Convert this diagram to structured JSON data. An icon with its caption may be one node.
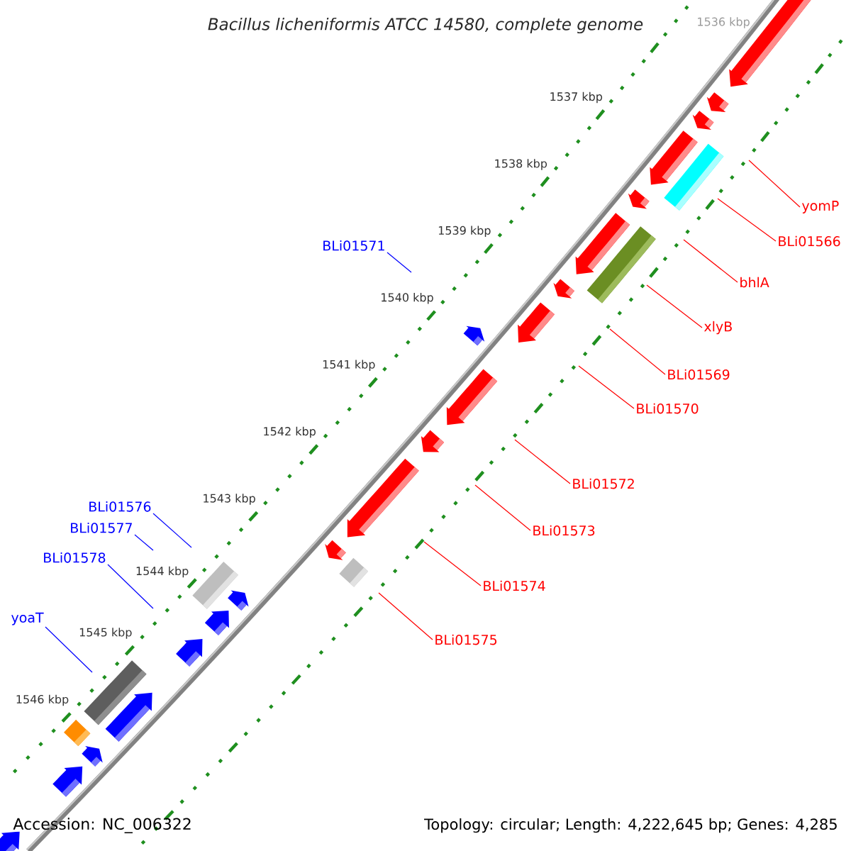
{
  "diagram": {
    "title": "Bacillus licheniformis ATCC 14580, complete genome",
    "nodes": [
      {
        "text": [
          "yomP"
        ]
      },
      {
        "text": [
          "BLi01566"
        ]
      },
      {
        "text": [
          "BLi01571"
        ]
      },
      {
        "text": [
          "bhlA"
        ]
      },
      {
        "text": [
          "xlyB"
        ]
      },
      {
        "text": [
          "BLi01569"
        ]
      },
      {
        "text": [
          "BLi01570"
        ]
      },
      {
        "text": [
          "BLi01572"
        ]
      },
      {
        "text": [
          "BLi01576"
        ]
      },
      {
        "text": [
          "BLi01577"
        ]
      },
      {
        "text": [
          "BLi01573"
        ]
      },
      {
        "text": [
          "BLi01578"
        ]
      },
      {
        "text": [
          "BLi01574"
        ]
      },
      {
        "text": [
          "yoaT"
        ]
      },
      {
        "text": [
          "BLi01575"
        ]
      }
    ],
    "edges": [
      {
        "from": 0,
        "to": null,
        "arrow": "none"
      },
      {
        "from": 1,
        "to": null,
        "arrow": "none"
      },
      {
        "from": 2,
        "to": null,
        "arrow": "none",
        "color": "#0000ff"
      },
      {
        "from": 3,
        "to": null,
        "arrow": "none"
      },
      {
        "from": 4,
        "to": null,
        "arrow": "none"
      },
      {
        "from": 5,
        "to": null,
        "arrow": "none"
      },
      {
        "from": 6,
        "to": null,
        "arrow": "none"
      },
      {
        "from": 7,
        "to": null,
        "arrow": "none"
      },
      {
        "from": 8,
        "to": null,
        "arrow": "none",
        "color": "#0000ff"
      },
      {
        "from": 9,
        "to": null,
        "arrow": "none",
        "color": "#0000ff"
      },
      {
        "from": 10,
        "to": null,
        "arrow": "none"
      },
      {
        "from": 11,
        "to": null,
        "arrow": "none",
        "color": "#0000ff"
      },
      {
        "from": 12,
        "to": null,
        "arrow": "none"
      },
      {
        "from": 13,
        "to": null,
        "arrow": "none",
        "color": "#0000ff"
      },
      {
        "from": 14,
        "to": null,
        "arrow": "none"
      }
    ],
    "labels": [
      "1536 kbp",
      "1537 kbp",
      "1538 kbp",
      "1539 kbp",
      "1540 kbp",
      "1541 kbp",
      "1542 kbp",
      "1543 kbp",
      "1544 kbp",
      "1545 kbp",
      "1546 kbp",
      "Accession: NC_006322",
      "Topology: circular; Length: 4,222,645 bp; Genes: 4,285"
    ]
  }
}
